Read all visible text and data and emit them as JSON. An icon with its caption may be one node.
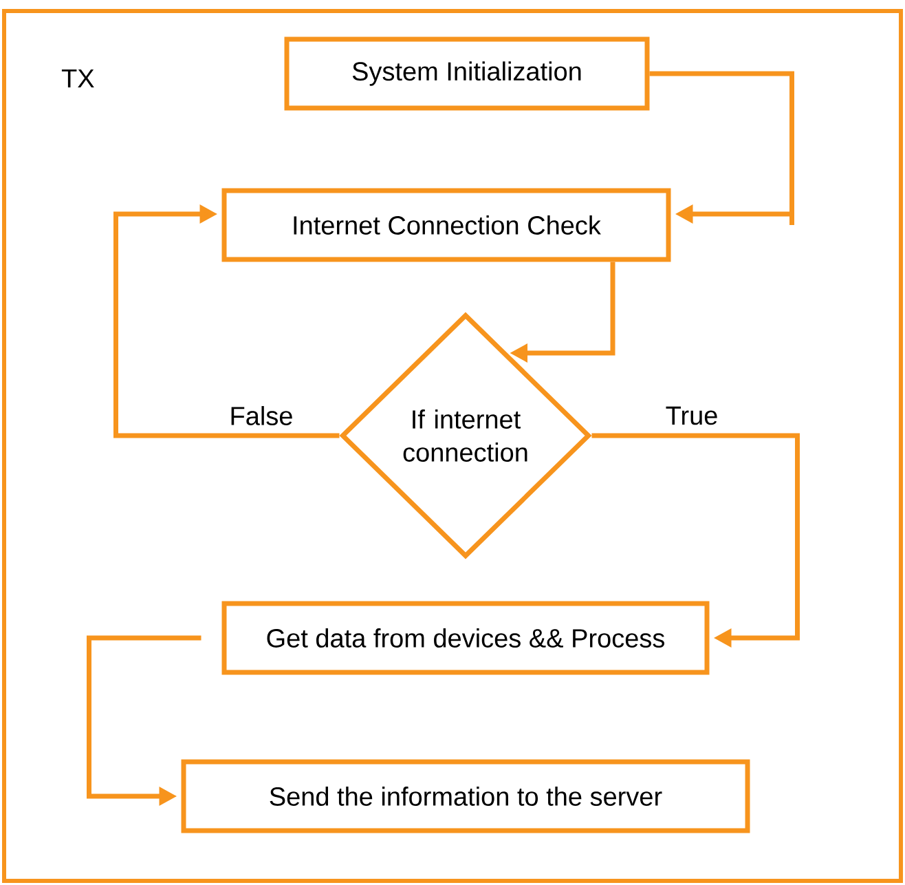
{
  "diagram": {
    "nodes": [
      {
        "text": [
          "TX"
        ]
      },
      {
        "text": [
          "System Initialization"
        ],
        "in": 0
      },
      {
        "text": [
          "Internet Connection Check"
        ],
        "in": 0
      },
      {
        "text": [
          "If internet connection"
        ],
        "in": 0
      },
      {
        "text": [
          "Get data from devices && Process"
        ],
        "in": 0
      },
      {
        "text": [
          "Send the information to the server"
        ],
        "in": 0
      }
    ],
    "edges": [
      {
        "from": 1,
        "to": 2,
        "arrow": "to"
      },
      {
        "from": 2,
        "to": 3,
        "arrow": "to"
      },
      {
        "from": 3,
        "to": 2,
        "arrow": "to",
        "label": "False"
      },
      {
        "from": 3,
        "to": 4,
        "arrow": "to",
        "label": "True"
      },
      {
        "from": 4,
        "to": 5,
        "arrow": "to"
      }
    ]
  }
}
